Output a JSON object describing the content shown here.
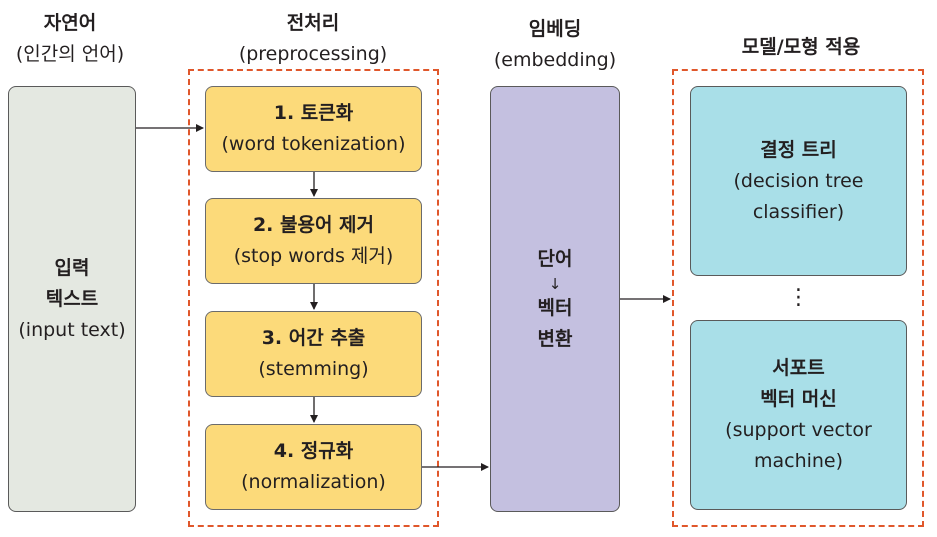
{
  "headers": {
    "natural_language": {
      "ko": "자연어",
      "en": "(인간의 언어)"
    },
    "preprocessing": {
      "ko": "전처리",
      "en": "(preprocessing)"
    },
    "embedding": {
      "ko": "임베딩",
      "en": "(embedding)"
    },
    "model": {
      "ko": "모델/모형 적용"
    }
  },
  "input_box": {
    "line1": "입력",
    "line2": "텍스트",
    "line3": "(input text)"
  },
  "preprocessing_steps": [
    {
      "title": "1. 토큰화",
      "sub": "(word tokenization)"
    },
    {
      "title": "2. 불용어 제거",
      "sub": "(stop words 제거)"
    },
    {
      "title": "3. 어간 추출",
      "sub": "(stemming)"
    },
    {
      "title": "4. 정규화",
      "sub": "(normalization)"
    }
  ],
  "embedding_box": {
    "line1": "단어",
    "arrow": "↓",
    "line2": "벡터",
    "line3": "변환"
  },
  "models": [
    {
      "title": "결정 트리",
      "sub1": "(decision tree",
      "sub2": "classifier)"
    },
    {
      "title1": "서포트",
      "title2": "벡터 머신",
      "sub1": "(support vector",
      "sub2": "machine)"
    }
  ],
  "ellipsis": "⋮",
  "colors": {
    "input_fill": "#e4e8e1",
    "step_fill": "#fcda7a",
    "embedding_fill": "#c4c0e0",
    "model_fill": "#a9dfe8",
    "dashed_border": "#e0572b"
  }
}
